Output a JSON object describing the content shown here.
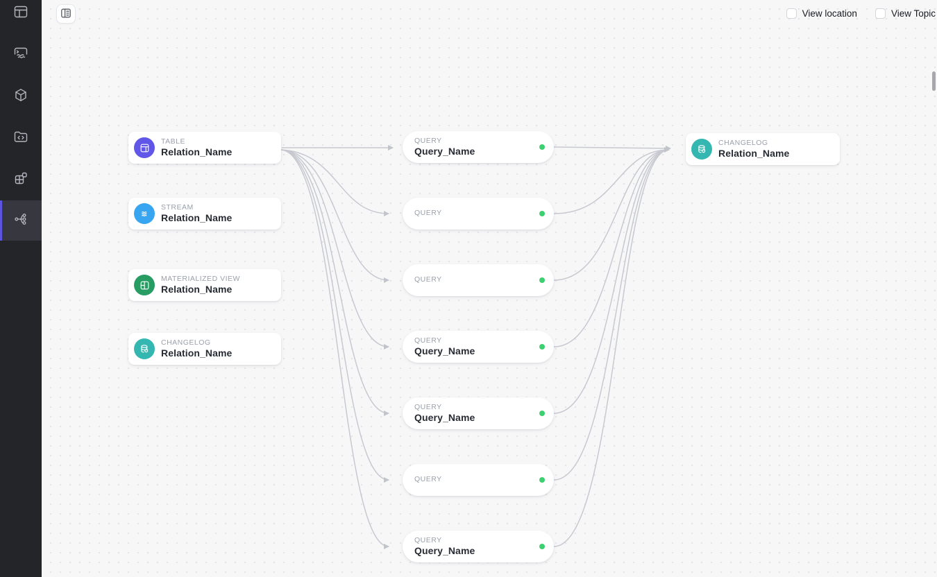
{
  "topbar": {
    "panel_toggle_icon": "reading-panel-icon",
    "view_location_label": "View location",
    "view_location_checked": false,
    "view_topic_label": "View Topic",
    "view_topic_checked": false
  },
  "sidebar": {
    "items": [
      {
        "icon": "layout-panels-icon",
        "active": false
      },
      {
        "icon": "sql-editor-icon",
        "active": false
      },
      {
        "icon": "cube-icon",
        "active": false
      },
      {
        "icon": "code-folder-icon",
        "active": false
      },
      {
        "icon": "blocks-icon",
        "active": false
      },
      {
        "icon": "lineage-graph-icon",
        "active": true
      }
    ],
    "active_accent_color": "#5c55e0"
  },
  "nodes": {
    "relations": [
      {
        "type": "TABLE",
        "name": "Relation_Name",
        "icon": "table-icon",
        "color": "#6056e8"
      },
      {
        "type": "STREAM",
        "name": "Relation_Name",
        "icon": "stream-icon",
        "color": "#38a5f1"
      },
      {
        "type": "MATERIALIZED VIEW",
        "name": "Relation_Name",
        "icon": "materialized-view-icon",
        "color": "#279d63"
      },
      {
        "type": "CHANGELOG",
        "name": "Relation_Name",
        "icon": "changelog-icon",
        "color": "#35b7b1"
      }
    ],
    "queries": [
      {
        "type": "QUERY",
        "name": "Query_Name",
        "status_color": "#3ecf70"
      },
      {
        "type": "QUERY",
        "name": "",
        "status_color": "#3ecf70"
      },
      {
        "type": "QUERY",
        "name": "",
        "status_color": "#3ecf70"
      },
      {
        "type": "QUERY",
        "name": "Query_Name",
        "status_color": "#3ecf70"
      },
      {
        "type": "QUERY",
        "name": "Query_Name",
        "status_color": "#3ecf70"
      },
      {
        "type": "QUERY",
        "name": "",
        "status_color": "#3ecf70"
      },
      {
        "type": "QUERY",
        "name": "Query_Name",
        "status_color": "#3ecf70"
      }
    ],
    "output": {
      "type": "CHANGELOG",
      "name": "Relation_Name",
      "icon": "changelog-icon",
      "color": "#35b7b1"
    }
  },
  "edge_color": "#c7c9d0"
}
